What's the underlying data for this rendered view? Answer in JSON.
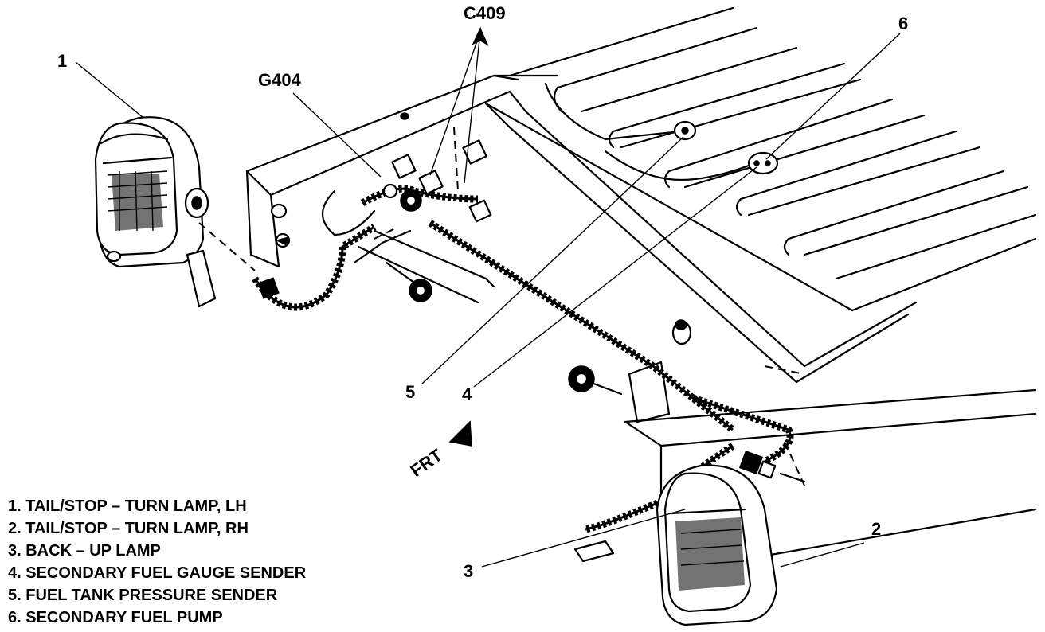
{
  "callouts": {
    "c409": "C409",
    "g404": "G404",
    "n1": "1",
    "n2": "2",
    "n3": "3",
    "n4": "4",
    "n5": "5",
    "n6": "6",
    "frt": "FRT"
  },
  "legend": {
    "items": [
      "1. TAIL/STOP – TURN LAMP, LH",
      "2. TAIL/STOP – TURN LAMP, RH",
      "3. BACK – UP LAMP",
      "4. SECONDARY FUEL GAUGE SENDER",
      "5. FUEL TANK PRESSURE SENDER",
      "6. SECONDARY FUEL PUMP"
    ]
  }
}
